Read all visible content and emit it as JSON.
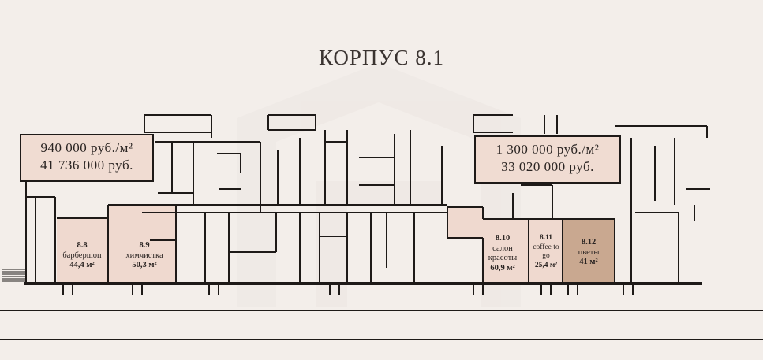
{
  "title": "КОРПУС 8.1",
  "price_left": {
    "per_m2": "940 000 руб./м²",
    "total": "41 736 000 руб."
  },
  "price_right": {
    "per_m2": "1 300 000 руб./м²",
    "total": "33 020 000 руб."
  },
  "units": [
    {
      "num": "8.8",
      "name": "барбершоп",
      "area": "44,4 м²",
      "fill": "#efd9cf"
    },
    {
      "num": "8.9",
      "name": "химчистка",
      "area": "50,3 м²",
      "fill": "#efd9cf"
    },
    {
      "num": "8.10",
      "name": "салон красоты",
      "area": "60,9 м²",
      "fill": "#efd9cf"
    },
    {
      "num": "8.11",
      "name": "coffee to go",
      "area": "25,4 м²",
      "fill": "#efd9cf"
    },
    {
      "num": "8.12",
      "name": "цветы",
      "area": "41 м²",
      "fill": "#c9a890"
    }
  ],
  "colors": {
    "background": "#f3eeea",
    "wall": "#1e1a18",
    "highlight": "#efd9cf",
    "highlight_dark": "#c9a890"
  }
}
